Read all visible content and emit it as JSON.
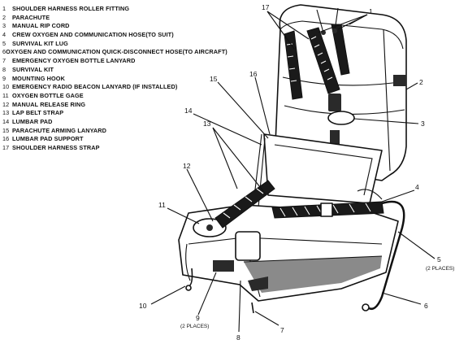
{
  "legend": [
    {
      "num": "1",
      "label": "SHOULDER HARNESS ROLLER FITTING"
    },
    {
      "num": "2",
      "label": "PARACHUTE"
    },
    {
      "num": "3",
      "label": "MANUAL RIP CORD"
    },
    {
      "num": "4",
      "label": "CREW OXYGEN AND COMMUNICATION HOSE(TO SUIT)"
    },
    {
      "num": "5",
      "label": "SURVIVAL KIT LUG"
    },
    {
      "num": "6",
      "label": "OXYGEN AND COMMUNICATION QUICK-DISCONNECT HOSE(TO AIRCRAFT)"
    },
    {
      "num": "7",
      "label": "EMERGENCY OXYGEN BOTTLE LANYARD"
    },
    {
      "num": "8",
      "label": "SURVIVAL KIT"
    },
    {
      "num": "9",
      "label": "MOUNTING HOOK"
    },
    {
      "num": "10",
      "label": "EMERGENCY RADIO BEACON LANYARD (IF INSTALLED)"
    },
    {
      "num": "11",
      "label": "OXYGEN BOTTLE GAGE"
    },
    {
      "num": "12",
      "label": "MANUAL RELEASE RING"
    },
    {
      "num": "13",
      "label": "LAP BELT STRAP"
    },
    {
      "num": "14",
      "label": "LUMBAR PAD"
    },
    {
      "num": "15",
      "label": "PARACHUTE ARMING LANYARD"
    },
    {
      "num": "16",
      "label": "LUMBAR PAD SUPPORT"
    },
    {
      "num": "17",
      "label": "SHOULDER HARNESS STRAP"
    }
  ],
  "callouts": {
    "c1": "1",
    "c2": "2",
    "c3": "3",
    "c4": "4",
    "c5": "5",
    "c5_note": "(2 PLACES)",
    "c6": "6",
    "c7": "7",
    "c8": "8",
    "c9": "9",
    "c9_note": "(2 PLACES)",
    "c10": "10",
    "c11": "11",
    "c12": "12",
    "c13": "13",
    "c14": "14",
    "c15": "15",
    "c16": "16",
    "c17": "17"
  }
}
